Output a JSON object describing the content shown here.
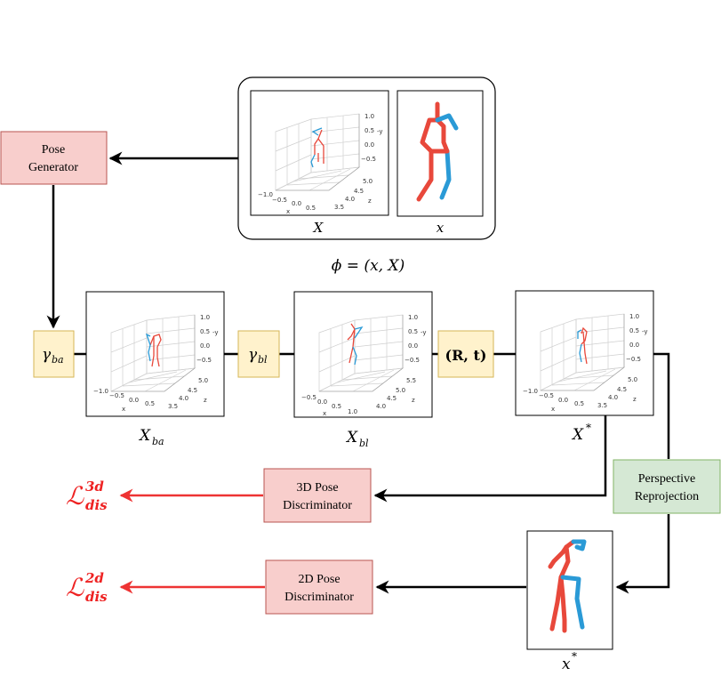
{
  "colors": {
    "pink_fill": "#f8cecc",
    "pink_stroke": "#b85450",
    "yellow_fill": "#fff2cc",
    "yellow_stroke": "#d6b656",
    "green_fill": "#d5e8d4",
    "green_stroke": "#82b366",
    "red_arrow": "#ee3333",
    "skeleton_red": "#e8483b",
    "skeleton_blue": "#2a9ad6"
  },
  "boxes": {
    "pose_generator": [
      "Pose",
      "Generator"
    ],
    "d3_discriminator": [
      "3D Pose",
      "Discriminator"
    ],
    "d2_discriminator": [
      "2D Pose",
      "Discriminator"
    ],
    "perspective_reprojection": [
      "Perspective",
      "Reprojection"
    ]
  },
  "operators": {
    "gamma_ba": {
      "main": "γ",
      "sub": "ba"
    },
    "gamma_bl": {
      "main": "γ",
      "sub": "bl"
    },
    "rt": "(R, t)"
  },
  "labels": {
    "X": "X",
    "x": "x",
    "phi": "ϕ = (x, X)",
    "X_ba": {
      "main": "X",
      "sub": "ba"
    },
    "X_bl": {
      "main": "X",
      "sub": "bl"
    },
    "X_star": {
      "main": "X",
      "sup": "*"
    },
    "x_star": {
      "main": "x",
      "sup": "*"
    }
  },
  "losses": {
    "l3d": {
      "main": "ℒ",
      "sup": "3d",
      "sub": "dis"
    },
    "l2d": {
      "main": "ℒ",
      "sup": "2d",
      "sub": "dis"
    }
  },
  "plots": {
    "input_3d": {
      "z_ticks": [
        "1.0",
        "0.5",
        "0.0",
        "−0.5"
      ],
      "z_label": "-y",
      "x_ticks": [
        "−1.0",
        "−0.5",
        "0.0",
        "0.5"
      ],
      "x_label": "x",
      "d_ticks": [
        "5.0",
        "4.5",
        "4.0",
        "3.5"
      ],
      "d_label": "z"
    },
    "x_ba": {
      "z_ticks": [
        "1.0",
        "0.5",
        "0.0",
        "−0.5"
      ],
      "z_label": "-y",
      "x_ticks": [
        "−1.0",
        "−0.5",
        "0.0",
        "0.5"
      ],
      "x_label": "x",
      "d_ticks": [
        "5.0",
        "4.5",
        "4.0",
        "3.5"
      ],
      "d_label": "z"
    },
    "x_bl": {
      "z_ticks": [
        "1.0",
        "0.5",
        "0.0",
        "−0.5"
      ],
      "z_label": "-y",
      "x_ticks": [
        "−0.5",
        "0.0",
        "0.5",
        "1.0"
      ],
      "x_label": "x",
      "d_ticks": [
        "5.5",
        "5.0",
        "4.5",
        "4.0"
      ],
      "d_label": "z"
    },
    "x_star": {
      "z_ticks": [
        "1.0",
        "0.5",
        "0.0",
        "−0.5"
      ],
      "z_label": "-y",
      "x_ticks": [
        "−1.0",
        "−0.5",
        "0.0",
        "0.5"
      ],
      "x_label": "x",
      "d_ticks": [
        "5.0",
        "4.5",
        "4.0",
        "3.5"
      ],
      "d_label": "z"
    }
  }
}
